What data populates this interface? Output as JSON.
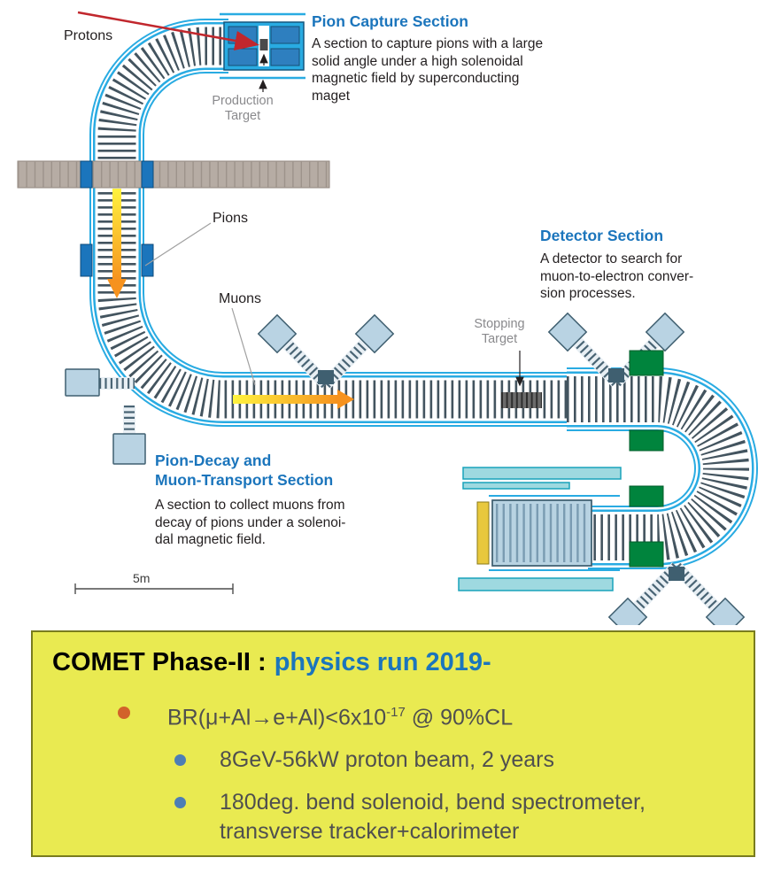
{
  "colors": {
    "accent_blue": "#1b75bc",
    "beam_cyan": "#29abe2",
    "green_block": "#00843d",
    "panel_yellow": "#e9ea51",
    "bullet_orange": "#d2622a",
    "bullet_blue": "#4d7eb5",
    "red_arrow": "#c1272d",
    "arrow_yellow": "#fff33f",
    "arrow_orange": "#f6921e",
    "label_gray": "#8a8a8d",
    "wall_gray": "#b6aca4"
  },
  "diagram": {
    "labels": {
      "protons": "Protons",
      "pions": "Pions",
      "muons": "Muons",
      "production_target": "Production\nTarget",
      "stopping_target": "Stopping\nTarget",
      "scale": "5m"
    },
    "sections": {
      "pion_capture": {
        "title": "Pion Capture Section",
        "description": "A section to capture pions with a large\nsolid angle under a high solenoidal\nmagnetic field by superconducting\nmaget"
      },
      "detector": {
        "title": "Detector Section",
        "description": "A detector to search for\nmuon-to-electron conver-\nsion processes."
      },
      "muon_transport": {
        "title": "Pion-Decay and\nMuon-Transport Section",
        "description": "A section to collect muons from\ndecay of pions under a solenoi-\ndal magnetic field."
      }
    }
  },
  "info_panel": {
    "title_black": "COMET Phase-II :",
    "title_blue": "physics run 2019-",
    "bullet1": {
      "main": "BR(μ+Al→e+Al)<6x10",
      "sup": "-17",
      "tail": " @ 90%CL"
    },
    "bullet2": "8GeV-56kW proton beam, 2 years",
    "bullet3": "180deg. bend solenoid, bend spectrometer,\ntransverse tracker+calorimeter"
  }
}
